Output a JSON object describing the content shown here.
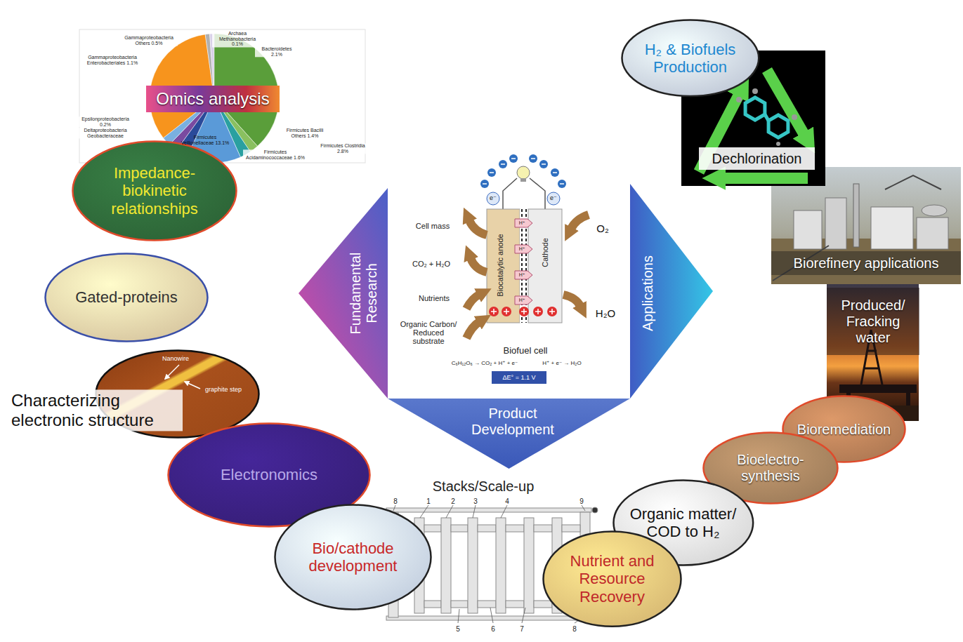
{
  "diagram": {
    "nodes": [
      {
        "text": [
          "Omics analysis"
        ]
      },
      {
        "text": [
          "Impedance- biokinetic relationships"
        ]
      },
      {
        "text": [
          "Gated-proteins"
        ]
      },
      {
        "text": [
          "Characterizing electronic structure"
        ]
      },
      {
        "text": [
          "Electronomics"
        ]
      },
      {
        "text": [
          "Bio/cathode development"
        ]
      },
      {
        "text": [
          "Fundamental Research"
        ]
      },
      {
        "text": [
          "Product Development"
        ]
      },
      {
        "text": [
          "Applications"
        ]
      },
      {
        "text": [
          "ΔE° = 1.1 V"
        ]
      },
      {
        "text": [
          "H₂ & Biofuels Production"
        ]
      },
      {
        "text": [
          "Dechlorination"
        ]
      },
      {
        "text": [
          "Biorefinery applications"
        ]
      },
      {
        "text": [
          "Produced/ Fracking water"
        ]
      },
      {
        "text": [
          "Bioremediation"
        ]
      },
      {
        "text": [
          "Bioelectro- synthesis"
        ]
      },
      {
        "text": [
          "Organic matter/ COD to H₂"
        ]
      },
      {
        "text": [
          "Nutrient and Resource Recovery"
        ]
      }
    ],
    "labels": [
      "Gammaproteobacteria Others 0.5%",
      "Archaea Methanobacteria 0.1%",
      "Bacteroidetes 2.1%",
      "Gammaproteobacteria Enterobacteriales 1.1%",
      "Epsilonproteobacteria 0.2%",
      "Deltaproteobacteria Geobacteraceae",
      "Firmicutes Veillonellaceae 13.1%",
      "Firmicutes Bacilli Others 1.4%",
      "Firmicutes Clostridia 2.8%",
      "Firmicutes Acidaminococcaceae 1.6%",
      "Nanowire",
      "graphite step",
      "Cell mass",
      "CO₂ + H₂O",
      "Nutrients",
      "Organic Carbon/ Reduced substrate",
      "Biocatalytic anode",
      "Cathode",
      "O₂",
      "H₂O",
      "e⁻",
      "e⁻",
      "H⁺",
      "H⁺",
      "H⁺",
      "H⁺",
      "Biofuel cell",
      "C₆H₁₂O₆ → CO₂ + H⁺ + e⁻",
      "H⁺ + e⁻ → H₂O",
      "Stacks/Scale-up",
      "8",
      "1",
      "2",
      "3",
      "4",
      "9",
      "5",
      "6",
      "7",
      "8"
    ]
  }
}
